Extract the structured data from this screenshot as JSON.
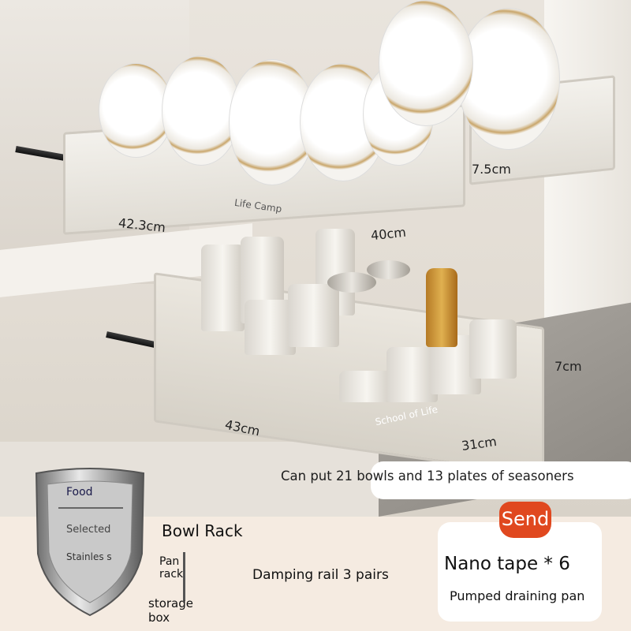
{
  "dimensions": {
    "upper_depth": "42.3cm",
    "upper_width": "40cm",
    "upper_height": "7.5cm",
    "lower_depth": "43cm",
    "lower_width": "31cm",
    "lower_height": "7cm"
  },
  "watermarks": {
    "upper": "Life Camp",
    "lower": "School of Life"
  },
  "banner": {
    "text": "Can put 21 bowls and 13 plates of seasoners"
  },
  "shield": {
    "title": "Food",
    "line1": "Selected",
    "line2": "Stainles s"
  },
  "package": {
    "bowl_rack": "Bowl Rack",
    "pan_rack": "Pan rack",
    "storage_box": "storage box",
    "damping_rail": "Damping rail 3 pairs"
  },
  "gift": {
    "badge": "Send",
    "item1": "Nano tape * 6",
    "item2": "Pumped draining pan"
  },
  "colors": {
    "background": "#f5ebe1",
    "badge": "#e0481f",
    "card": "#ffffff"
  }
}
